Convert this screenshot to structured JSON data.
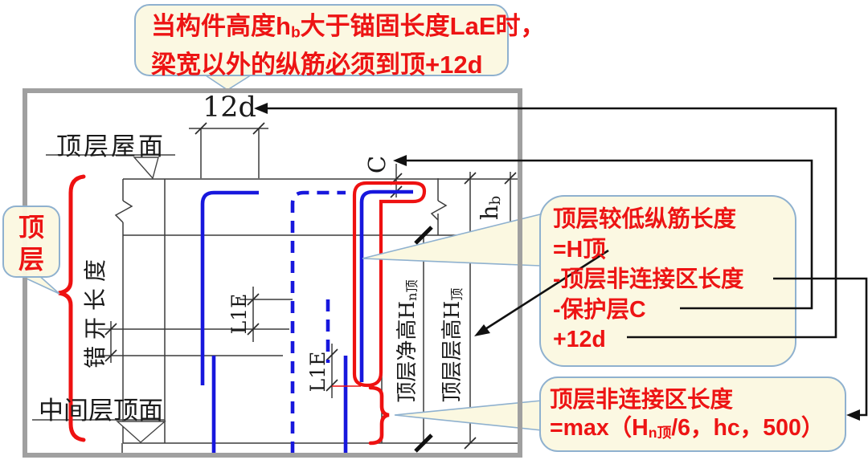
{
  "colors": {
    "red_accent": "#ed1414",
    "rebar_blue": "#1717dd",
    "highlight_red": "#ee1111",
    "bubble_fill": "#fbf8e1",
    "bubble_border": "#8fb1cf",
    "frame_gray": "#a0a0a0",
    "line_dark": "#3c3c3c"
  },
  "top_callout": {
    "line1_pre": "当构件高度h",
    "line1_sub": "b",
    "line1_post": "大于锚固长度LaE时，",
    "line2": "梁宽以外的纵筋必须到顶+12d"
  },
  "floor_tag": {
    "char1": "顶",
    "char2": "层"
  },
  "diagram_labels": {
    "dim_12d": "12d",
    "roof": "顶层屋面",
    "mid_floor": "中间层顶面",
    "stagger": "错开长度",
    "lap_length_1": "L1E",
    "lap_length_2": "L1E",
    "cover": "C",
    "beam_h_pre": "h",
    "beam_h_sub": "b",
    "net_height_pre": "顶层净高H",
    "net_height_sub": "n顶",
    "story_height_pre": "顶层层高H",
    "story_height_sub": "顶"
  },
  "callout_formula": {
    "lines": [
      "顶层较低纵筋长度",
      "=H顶",
      "-顶层非连接区长度",
      "-保护层C",
      "+12d"
    ]
  },
  "callout_zone": {
    "line1": "顶层非连接区长度",
    "line2_pre": "=max（H",
    "line2_sub": "n顶",
    "line2_post": "/6，hc，500）"
  }
}
